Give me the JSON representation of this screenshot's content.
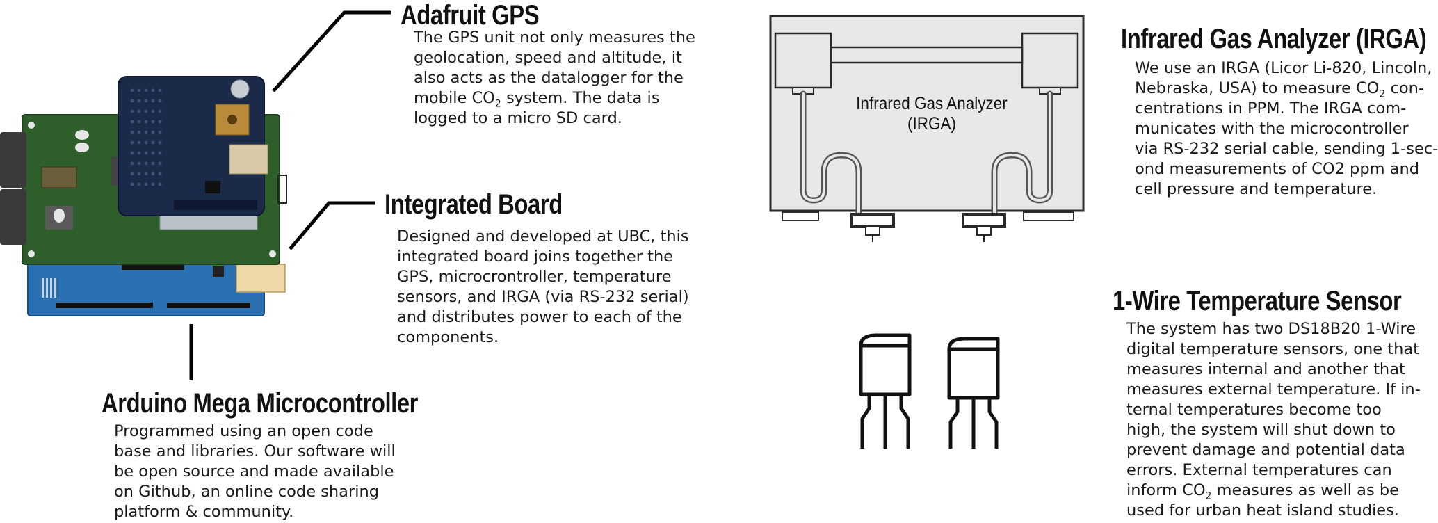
{
  "gps": {
    "title": "Adafruit GPS",
    "lines": [
      [
        "The GPS unit not only measures the"
      ],
      [
        "geolocation, speed and altitude, it"
      ],
      [
        "also acts as the datalogger for the"
      ],
      [
        "mobile CO",
        "2",
        " system. The data is"
      ],
      [
        "logged to a micro SD card."
      ]
    ]
  },
  "board": {
    "title": "Integrated Board",
    "lines": [
      [
        "Designed and developed at UBC, this"
      ],
      [
        "integrated board joins together the"
      ],
      [
        "GPS, microcrontroller, temperature"
      ],
      [
        "sensors, and IRGA (via RS-232 serial)"
      ],
      [
        "and distributes power to each of the"
      ],
      [
        "components."
      ]
    ]
  },
  "arduino": {
    "title": "Arduino Mega Microcontroller",
    "lines": [
      [
        "Programmed using an open code"
      ],
      [
        "base and libraries. Our software will"
      ],
      [
        "be open source and made available"
      ],
      [
        "on Github, an online code sharing"
      ],
      [
        "platform & community."
      ]
    ]
  },
  "irga": {
    "title": "Infrared Gas Analyzer (IRGA)",
    "box_label_line1": "Infrared Gas Analyzer",
    "box_label_line2": "(IRGA)",
    "lines": [
      [
        "We use an IRGA (Licor Li-820, Lincoln,"
      ],
      [
        "Nebraska, USA) to measure CO",
        "2",
        " con-"
      ],
      [
        "centrations in PPM. The IRGA com-"
      ],
      [
        "municates with the microcontroller"
      ],
      [
        "via RS-232 serial cable, sending 1-sec-"
      ],
      [
        "ond measurements of CO2 ppm and"
      ],
      [
        "cell pressure and temperature."
      ]
    ]
  },
  "sensor": {
    "title": "1-Wire Temperature Sensor",
    "lines": [
      [
        "The system has two DS18B20 1-Wire"
      ],
      [
        "digital temperature sensors, one that"
      ],
      [
        "measures internal and another that"
      ],
      [
        "measures external temperature. If in-"
      ],
      [
        "ternal temperatures become too"
      ],
      [
        "high, the system will shut down to"
      ],
      [
        "prevent damage and potential data"
      ],
      [
        "errors. External temperatures can"
      ],
      [
        "inform CO",
        "2",
        " measures as well as be"
      ],
      [
        "used for urban heat island studies."
      ]
    ]
  },
  "colors": {
    "arduino_blue": "#2a6fb0",
    "board_green": "#2e5e2a",
    "gps_navy": "#1c2a4a",
    "irga_fill": "#e8e8e8"
  }
}
